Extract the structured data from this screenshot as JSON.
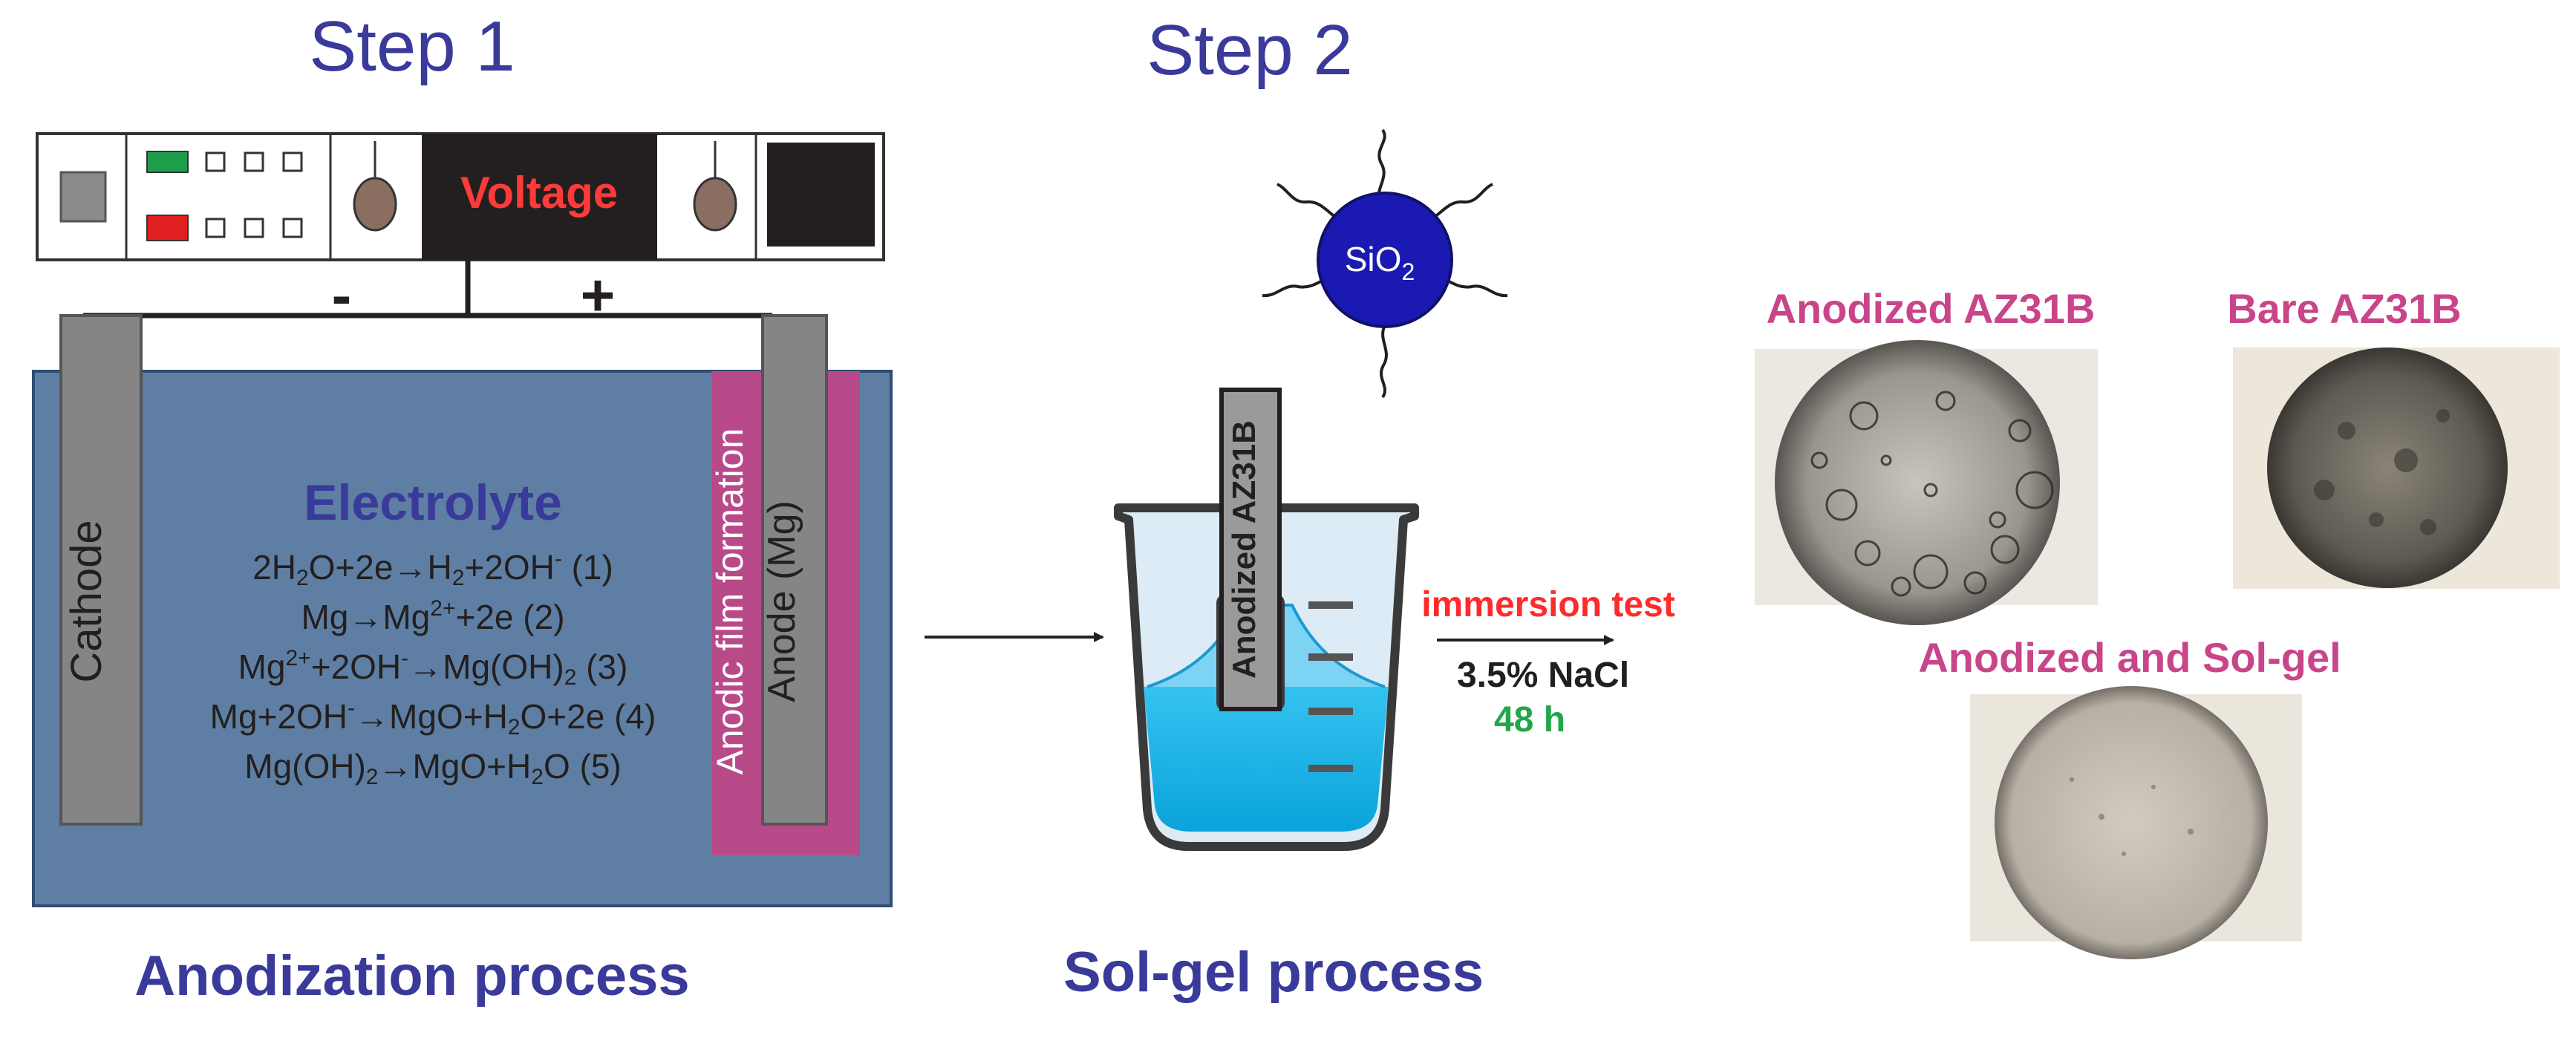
{
  "step1": {
    "title": "Step 1",
    "caption": "Anodization process",
    "power_supply": {
      "display_label": "Voltage",
      "minus": "-",
      "plus": "+"
    },
    "cathode_label": "Cathode",
    "anode_label": "Anode (Mg)",
    "film_label": "Anodic film formation",
    "electrolyte_title": "Electrolyte",
    "reactions": [
      {
        "no": "(1)"
      },
      {
        "no": "(2)"
      },
      {
        "no": "(3)"
      },
      {
        "no": "(4)"
      },
      {
        "no": "(5)"
      }
    ]
  },
  "step2": {
    "title": "Step 2",
    "caption": "Sol-gel process",
    "particle_label": "SiO2",
    "sample_label": "Anodized AZ31B"
  },
  "test": {
    "label": "immersion test",
    "solution": "3.5% NaCl",
    "duration": "48 h"
  },
  "results": {
    "anodized_label": "Anodized AZ31B",
    "bare_label": "Bare AZ31B",
    "solgel_label": "Anodized and Sol-gel"
  },
  "colors": {
    "title_blue": "#3a3a9a",
    "result_pink": "#c9458a",
    "immersion_red": "#ff2a2a",
    "duration_green": "#22a64a",
    "bath": "#5e7fa3",
    "electrode_gray": "#858585",
    "film_magenta": "#b84a8a",
    "beaker_liquid": "#1ab6e8",
    "nanoparticle": "#1a1ab2"
  }
}
